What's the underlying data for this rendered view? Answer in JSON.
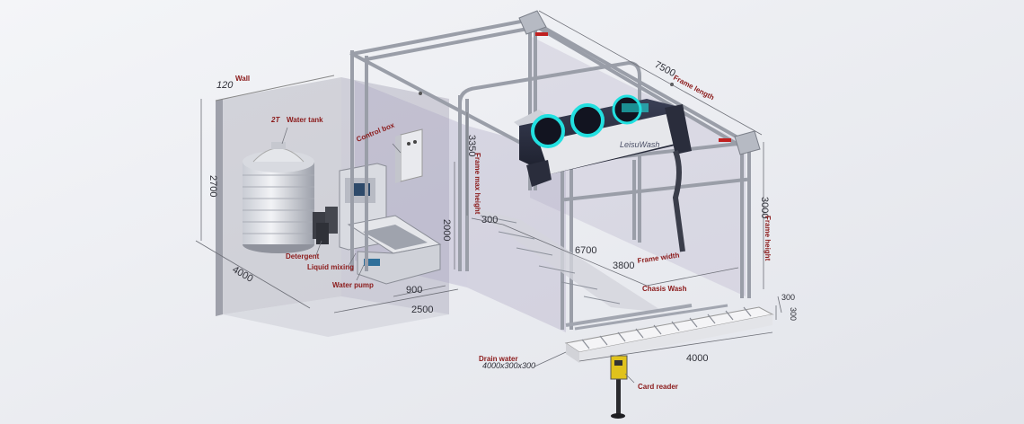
{
  "dimensions": {
    "wall_thickness": "120",
    "room_height": "2700",
    "room_depth": "4000",
    "room_width": "2500",
    "mixer_width": "900",
    "mixer_height": "2000",
    "frame_max_height": "3350",
    "frame_height": "3000",
    "frame_length": "7500",
    "frame_width": "3800",
    "rail_offset": "300",
    "track_length": "6700",
    "pit_length": "4000",
    "pit_w": "300",
    "pit_d": "300",
    "drain_size": "4000x300x300"
  },
  "labels": {
    "wall": "Wall",
    "tank_capacity": "2T",
    "water_tank": "Water tank",
    "control_box": "Control box",
    "detergent": "Detergent",
    "liquid_mixing": "Liquid mixing",
    "water_pump": "Water pump",
    "frame_max_height": "Frame max height",
    "frame_height": "Frame height",
    "frame_length": "Frame length",
    "frame_width": "Frame width",
    "chassis_wash": "Chasis Wash",
    "drain_water": "Drain water",
    "card_reader": "Card reader",
    "brand": "LeisuWash"
  },
  "colors": {
    "label_red": "#8b1a1a",
    "steel": "#9a9ea8",
    "glass": "#b8b2c8",
    "cyan_led": "#22e0e0"
  }
}
